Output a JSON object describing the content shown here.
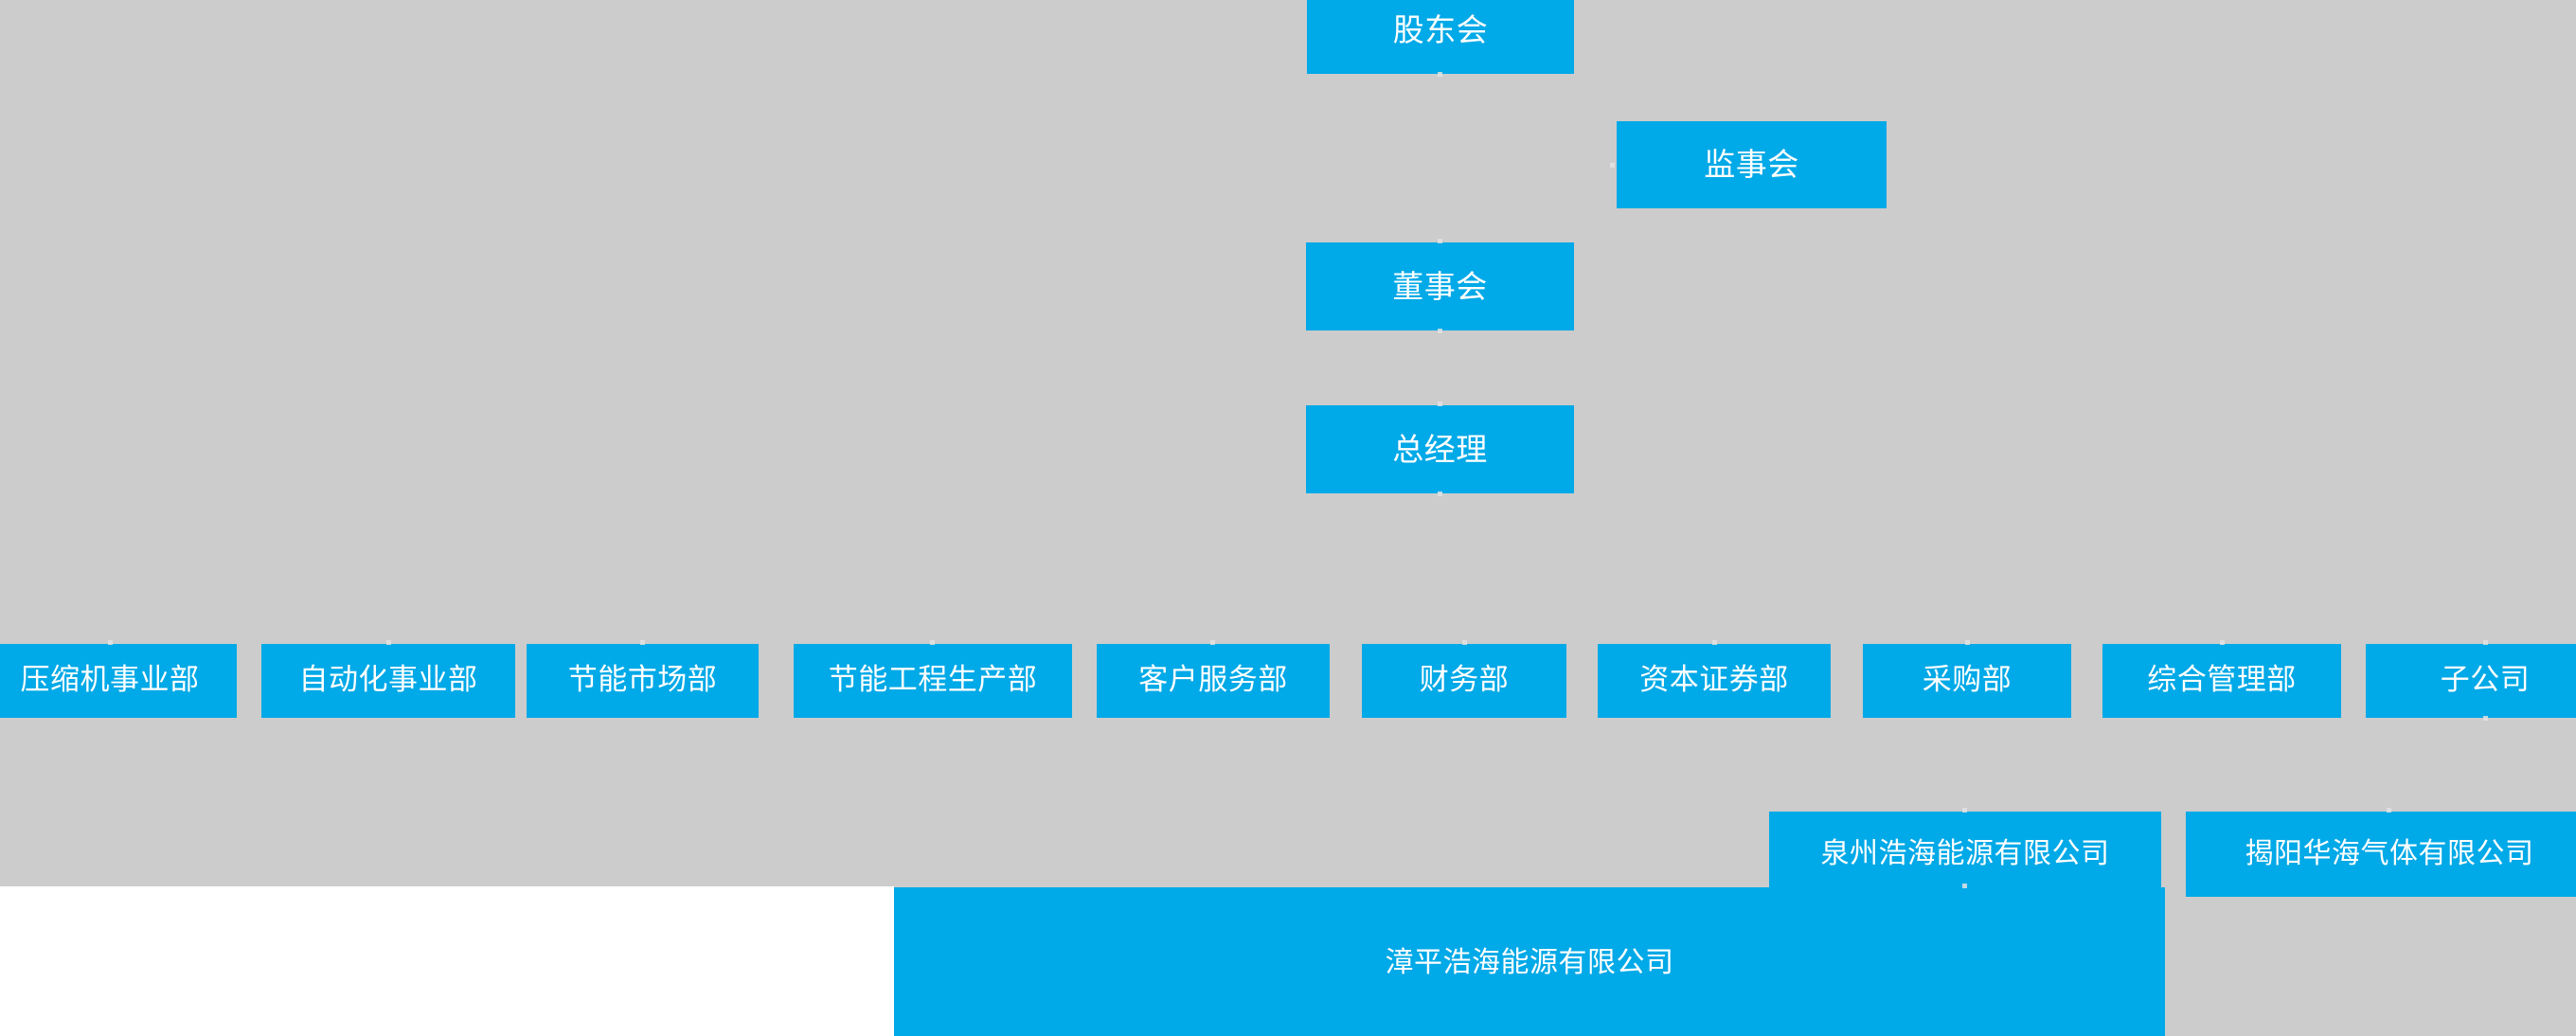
{
  "theme": {
    "node_fill": "#00a9e7",
    "node_text": "#ffffff",
    "backdrop": "#cccccc",
    "page": "#ffffff",
    "stub": "#e2e2e2"
  },
  "chart_title": "",
  "org_chart": {
    "type": "org-tree",
    "levels": [
      {
        "name": "governance",
        "nodes": [
          {
            "id": "shareholders",
            "label": "股东会"
          },
          {
            "id": "supervisors",
            "label": "监事会"
          },
          {
            "id": "board",
            "label": "董事会"
          },
          {
            "id": "gm",
            "label": "总经理"
          }
        ]
      },
      {
        "name": "departments",
        "nodes": [
          {
            "id": "dept-compressor",
            "label": "压缩机事业部"
          },
          {
            "id": "dept-automation",
            "label": "自动化事业部"
          },
          {
            "id": "dept-es-market",
            "label": "节能市场部"
          },
          {
            "id": "dept-es-eng-prod",
            "label": "节能工程生产部"
          },
          {
            "id": "dept-customer",
            "label": "客户服务部"
          },
          {
            "id": "dept-finance",
            "label": "财务部"
          },
          {
            "id": "dept-capital",
            "label": "资本证券部"
          },
          {
            "id": "dept-purchase",
            "label": "采购部"
          },
          {
            "id": "dept-general",
            "label": "综合管理部"
          },
          {
            "id": "dept-subsidiary",
            "label": "子公司"
          }
        ]
      },
      {
        "name": "subsidiaries",
        "nodes": [
          {
            "id": "sub-quanzhou",
            "label": "泉州浩海能源有限公司"
          },
          {
            "id": "sub-jieyang",
            "label": "揭阳华海气体有限公司"
          },
          {
            "id": "sub-zhangping",
            "label": "漳平浩海能源有限公司"
          }
        ]
      }
    ]
  }
}
